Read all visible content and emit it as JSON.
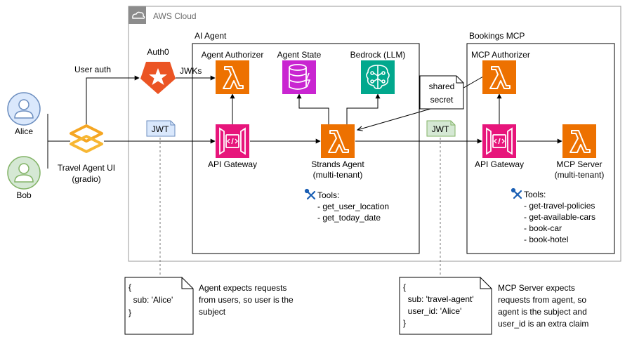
{
  "aws_cloud": {
    "title": "AWS Cloud"
  },
  "ai_agent": {
    "title": "AI Agent",
    "agent_authorizer": "Agent Authorizer",
    "agent_state": "Agent State",
    "bedrock": "Bedrock (LLM)",
    "api_gateway": "API Gateway",
    "strands_agent": "Strands Agent",
    "strands_agent_sub": "(multi-tenant)",
    "tools_title": "Tools:",
    "tools": [
      "- get_user_location",
      "- get_today_date"
    ]
  },
  "bookings_mcp": {
    "title": "Bookings MCP",
    "mcp_authorizer": "MCP Authorizer",
    "api_gateway": "API Gateway",
    "mcp_server": "MCP Server",
    "mcp_server_sub": "(multi-tenant)",
    "tools_title": "Tools:",
    "tools": [
      "- get-travel-policies",
      "- get-available-cars",
      "- book-car",
      "- book-hotel"
    ]
  },
  "users": {
    "alice": "Alice",
    "bob": "Bob"
  },
  "ui": {
    "name": "Travel Agent UI",
    "sub": "(gradio)"
  },
  "auth0": "Auth0",
  "edge_labels": {
    "user_auth": "User auth",
    "jwks": "JWKs"
  },
  "jwt": {
    "left": "JWT",
    "right": "JWT"
  },
  "shared_secret": [
    "shared",
    "secret"
  ],
  "notes": {
    "left_token": [
      "{",
      "  sub: 'Alice'",
      "}"
    ],
    "left_text": [
      "Agent expects requests",
      "from users, so user is the",
      "subject"
    ],
    "right_token": [
      "{",
      "  sub: 'travel-agent'",
      "  user_id: 'Alice'",
      "}"
    ],
    "right_text": [
      "MCP Server expects",
      "requests from agent, so",
      "agent is the subject and",
      "user_id is an extra claim"
    ]
  },
  "colors": {
    "lambda_orange": "#ED7100",
    "api_gateway_pink": "#E7157B",
    "dynamodb_purple": "#C925D1",
    "bedrock_teal": "#01A88D",
    "auth0_red": "#EB5424",
    "user_blue": "#DAE8FC",
    "user_green": "#D5E8D4",
    "ui_orange": "#F5A623",
    "tools_blue": "#1A5FB4"
  }
}
